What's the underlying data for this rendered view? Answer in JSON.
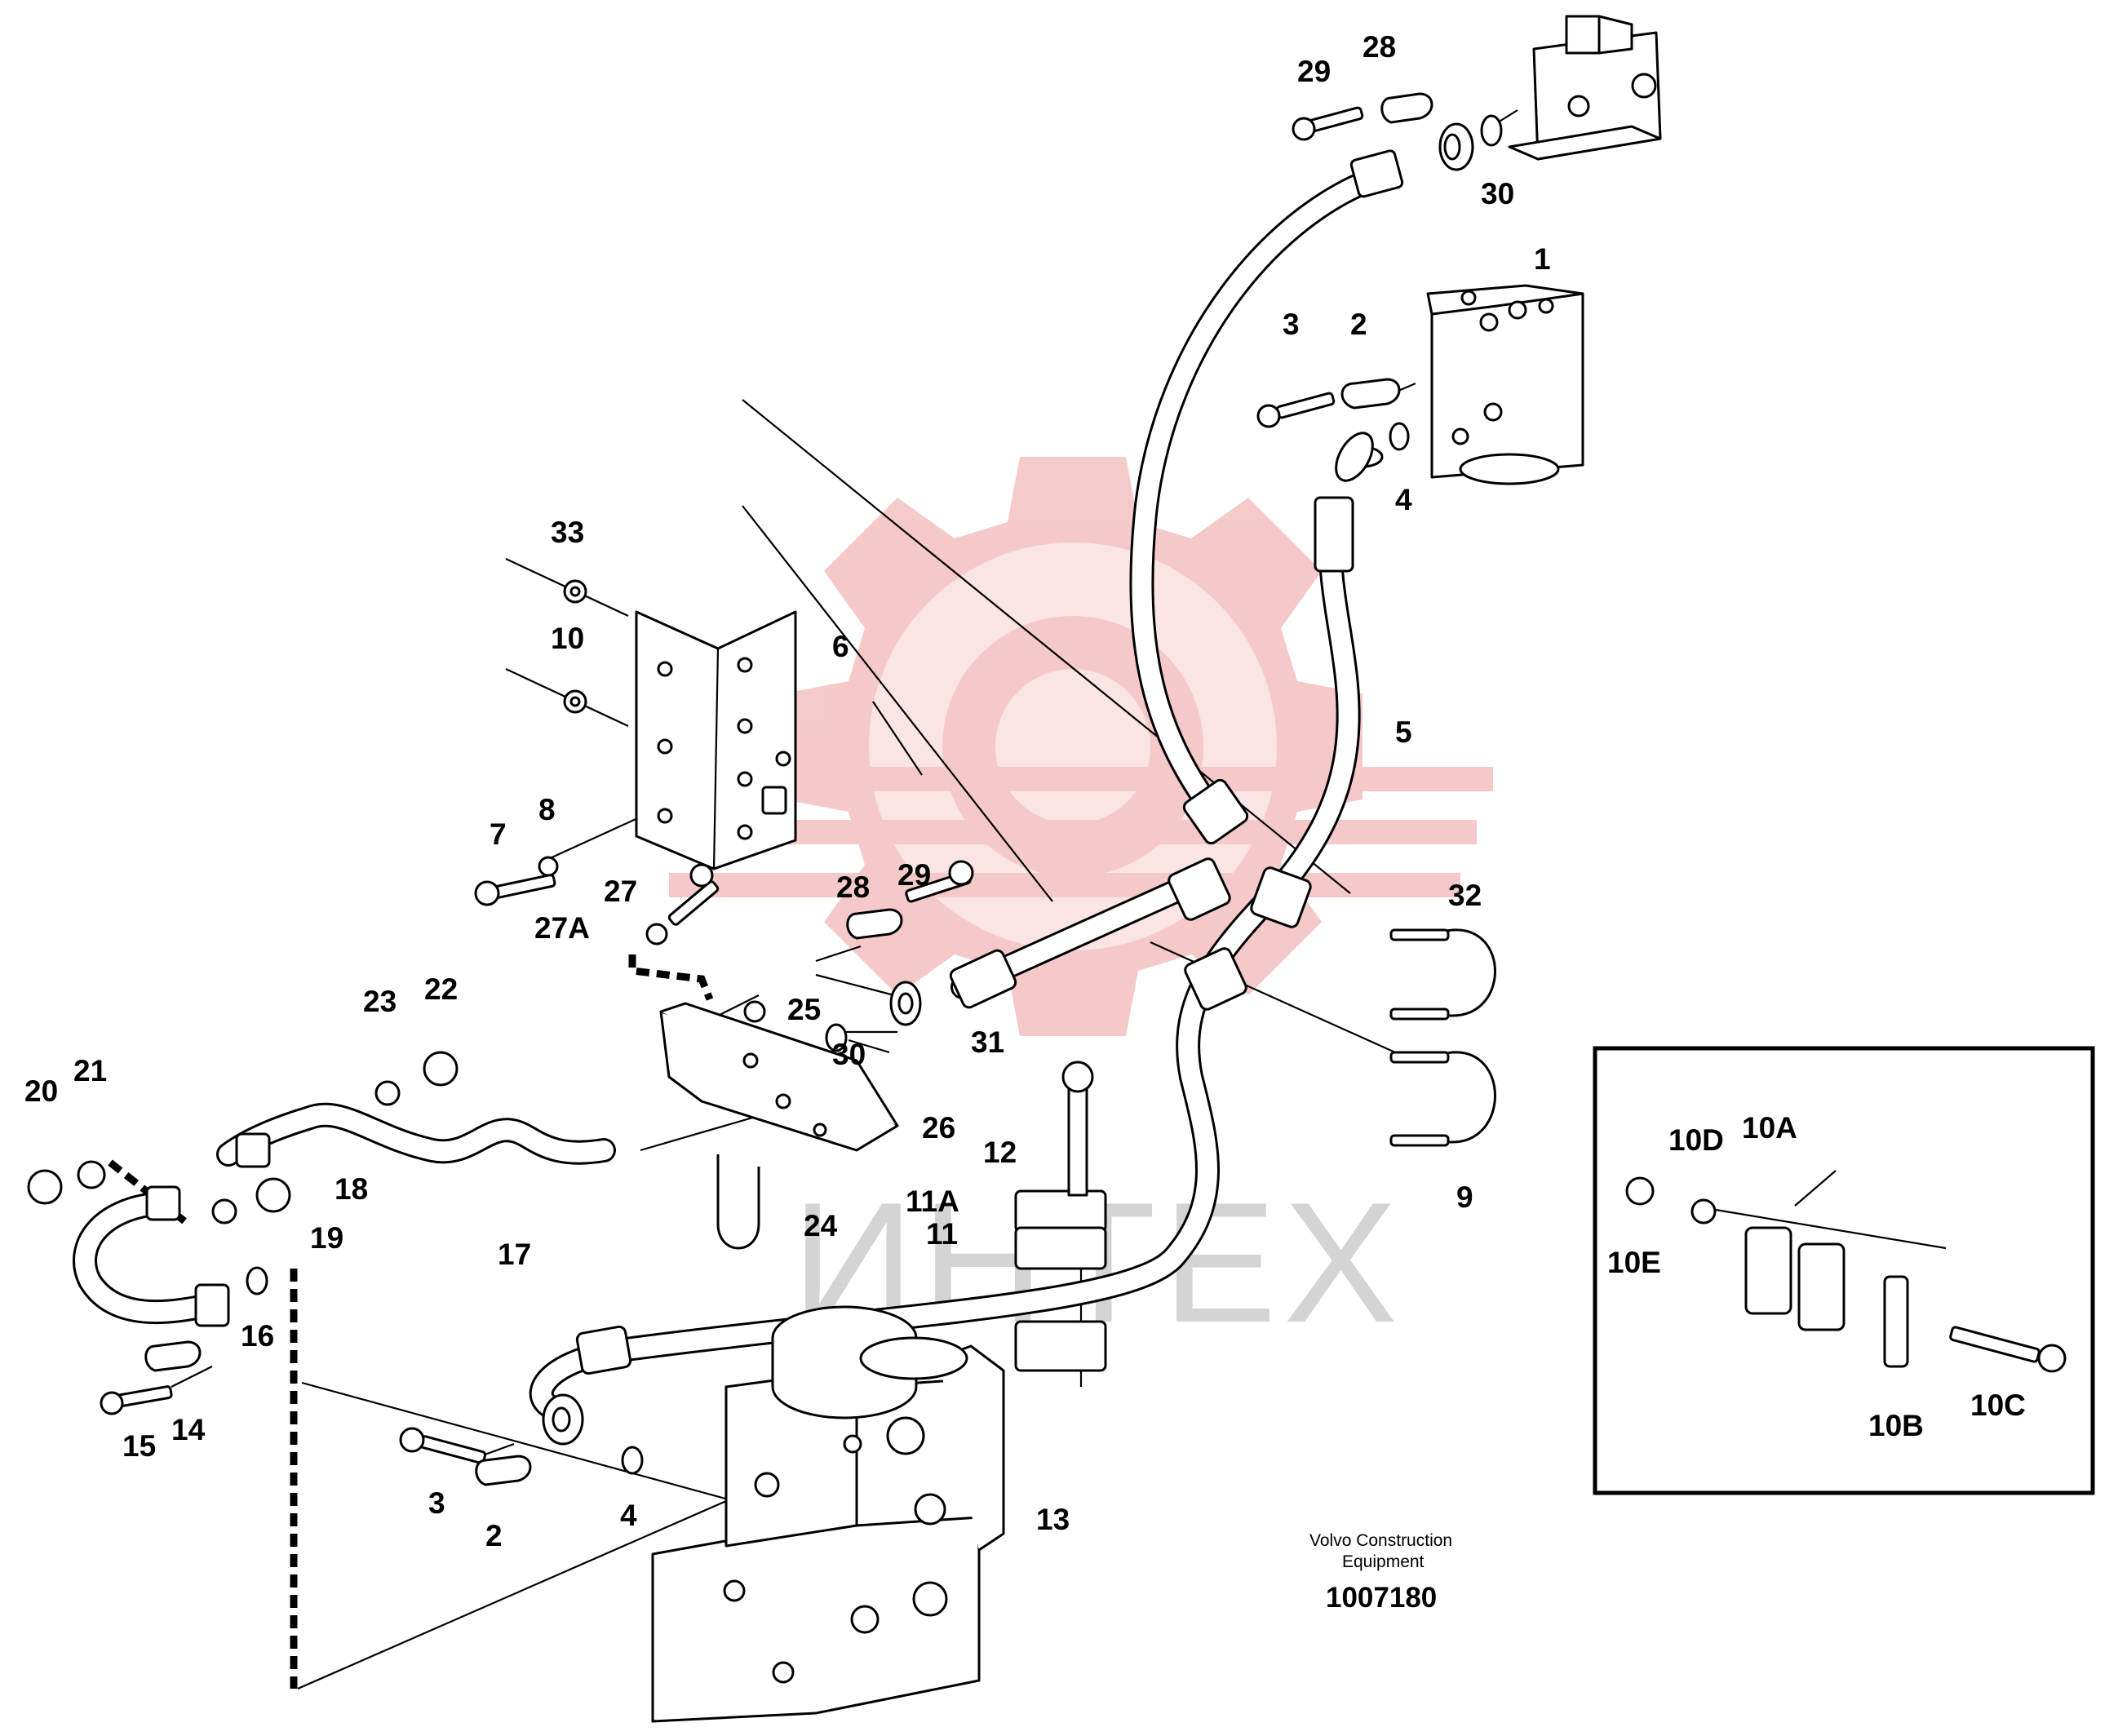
{
  "watermark": {
    "text": "ИНТЕХ",
    "logo": "gear-logo",
    "logo_color": "#f0b8b8",
    "text_color": "#d4d4d4"
  },
  "callouts": {
    "c1": "1",
    "c2a": "2",
    "c2b": "2",
    "c3a": "3",
    "c3b": "3",
    "c4a": "4",
    "c4b": "4",
    "c5": "5",
    "c6": "6",
    "c7": "7",
    "c8": "8",
    "c9": "9",
    "c10": "10",
    "c10A": "10A",
    "c10B": "10B",
    "c10C": "10C",
    "c10D": "10D",
    "c10E": "10E",
    "c11": "11",
    "c11A": "11A",
    "c12": "12",
    "c13": "13",
    "c14": "14",
    "c15": "15",
    "c16": "16",
    "c17": "17",
    "c18": "18",
    "c19": "19",
    "c20": "20",
    "c21": "21",
    "c22": "22",
    "c23": "23",
    "c24": "24",
    "c25": "25",
    "c26": "26",
    "c27": "27",
    "c27A": "27A",
    "c28a": "28",
    "c28b": "28",
    "c29a": "29",
    "c29b": "29",
    "c30a": "30",
    "c30b": "30",
    "c31": "31",
    "c32": "32",
    "c33": "33"
  },
  "footer": {
    "company_line1": "Volvo Construction",
    "company_line2": "Equipment",
    "drawing_number": "1007180"
  }
}
